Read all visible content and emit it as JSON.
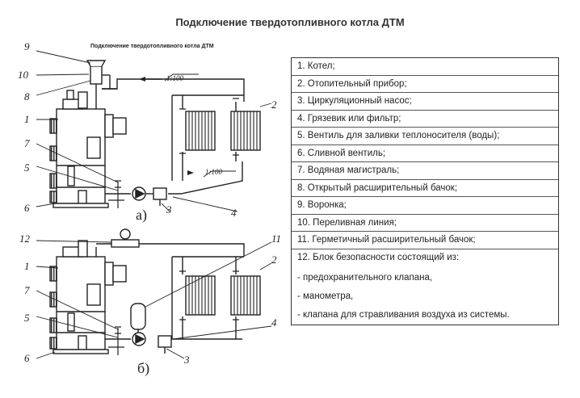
{
  "title": "Подключение твердотопливного котла ДТМ",
  "drawing_subtitle": "Подключение твердотопливного котла ДТМ",
  "variants": {
    "a": "а)",
    "b": "б)"
  },
  "scale_labels": {
    "top": "1:100",
    "bottom": "1:100"
  },
  "callouts_a": [
    "9",
    "10",
    "8",
    "1",
    "7",
    "5",
    "6",
    "3",
    "4",
    "2"
  ],
  "callouts_b": [
    "12",
    "11",
    "2",
    "1",
    "7",
    "5",
    "6",
    "3",
    "4"
  ],
  "legend": {
    "items": [
      "1. Котел;",
      "2. Отопительный прибор;",
      "3. Циркуляционный насос;",
      "4. Грязевик или фильтр;",
      "5. Вентиль для заливки теплоносителя (воды);",
      "6. Сливной вентиль;",
      "7. Водяная магистраль;",
      "8. Открытый расширительный бачок;",
      "9. Воронка;",
      "10. Переливная линия;",
      "11. Герметичный расширительный бачок;"
    ],
    "item12": "12. Блок безопасности состоящий из:",
    "item12_sub": [
      "- предохранительного клапана,",
      "- манометра,",
      "- клапана для стравливания воздуха из системы."
    ]
  }
}
